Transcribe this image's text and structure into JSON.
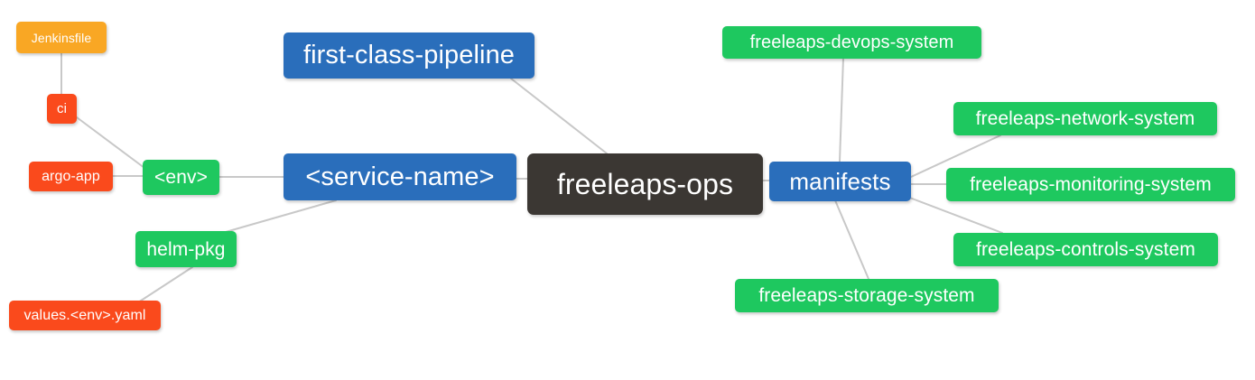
{
  "diagram": {
    "type": "mindmap",
    "title": "freeleaps-ops",
    "background": "#ffffff",
    "edge_color": "#c8c8c8",
    "palette": {
      "root": "#3b3733",
      "blue": "#2a6ebb",
      "green": "#1ec85f",
      "orange": "#f9a724",
      "red": "#fa4a1c",
      "text": "#ffffff"
    }
  },
  "nodes": {
    "root": {
      "label": "freeleaps-ops",
      "color": "#3b3733"
    },
    "first_class_pipeline": {
      "label": "first-class-pipeline",
      "color": "#2a6ebb"
    },
    "service_name": {
      "label": "<service-name>",
      "color": "#2a6ebb"
    },
    "manifests": {
      "label": "manifests",
      "color": "#2a6ebb"
    },
    "env": {
      "label": "<env>",
      "color": "#1ec85f"
    },
    "helm_pkg": {
      "label": "helm-pkg",
      "color": "#1ec85f"
    },
    "jenkinsfile": {
      "label": "Jenkinsfile",
      "color": "#f9a724"
    },
    "ci": {
      "label": "ci",
      "color": "#fa4a1c"
    },
    "argo_app": {
      "label": "argo-app",
      "color": "#fa4a1c"
    },
    "values_yaml": {
      "label": "values.<env>.yaml",
      "color": "#fa4a1c"
    },
    "devops_system": {
      "label": "freeleaps-devops-system",
      "color": "#1ec85f"
    },
    "network_system": {
      "label": "freeleaps-network-system",
      "color": "#1ec85f"
    },
    "monitoring_system": {
      "label": "freeleaps-monitoring-system",
      "color": "#1ec85f"
    },
    "controls_system": {
      "label": "freeleaps-controls-system",
      "color": "#1ec85f"
    },
    "storage_system": {
      "label": "freeleaps-storage-system",
      "color": "#1ec85f"
    }
  },
  "edges": [
    {
      "from": "jenkinsfile",
      "to": "ci"
    },
    {
      "from": "ci",
      "to": "env"
    },
    {
      "from": "argo_app",
      "to": "env"
    },
    {
      "from": "env",
      "to": "service_name"
    },
    {
      "from": "values_yaml",
      "to": "helm_pkg"
    },
    {
      "from": "helm_pkg",
      "to": "service_name"
    },
    {
      "from": "service_name",
      "to": "root"
    },
    {
      "from": "first_class_pipeline",
      "to": "root"
    },
    {
      "from": "root",
      "to": "manifests"
    },
    {
      "from": "manifests",
      "to": "devops_system"
    },
    {
      "from": "manifests",
      "to": "network_system"
    },
    {
      "from": "manifests",
      "to": "monitoring_system"
    },
    {
      "from": "manifests",
      "to": "controls_system"
    },
    {
      "from": "manifests",
      "to": "storage_system"
    }
  ]
}
